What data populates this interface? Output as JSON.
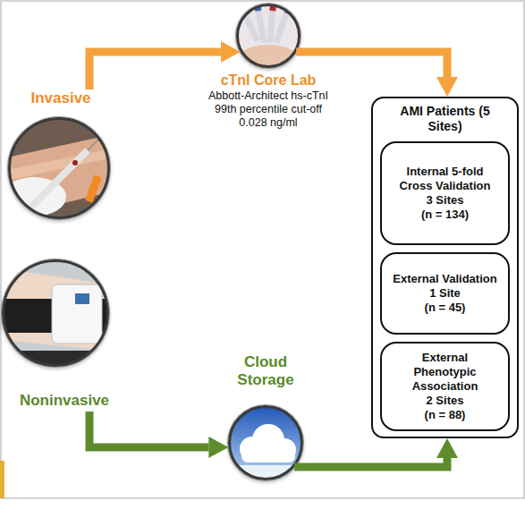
{
  "diagram": {
    "nodes": [
      {
        "text": [
          "Invasive"
        ]
      },
      {
        "text": [
          "cTnI Core Lab",
          "Abbott-Architect hs-cTnI 99th percentile cut-off 0.028 ng/ml"
        ]
      },
      {
        "text": [
          "AMI Patients (5 Sites)"
        ]
      },
      {
        "text": [
          "Internal 5-fold Cross Validation",
          "3 Sites",
          "(n = 134)"
        ],
        "in": 2
      },
      {
        "text": [
          "External Validation",
          "1 Site",
          "(n = 45)"
        ],
        "in": 2
      },
      {
        "text": [
          "External Phenotypic Association",
          "2 Sites",
          "(n = 88)"
        ],
        "in": 2
      },
      {
        "text": [
          "Noninvasive"
        ]
      },
      {
        "text": [
          "Cloud Storage"
        ]
      }
    ],
    "edges": [
      {
        "from": 0,
        "to": 1,
        "arrow": "to"
      },
      {
        "from": 1,
        "to": 2,
        "arrow": "to"
      },
      {
        "from": 6,
        "to": 7,
        "arrow": "to"
      },
      {
        "from": 7,
        "to": 2,
        "arrow": "to"
      }
    ]
  }
}
